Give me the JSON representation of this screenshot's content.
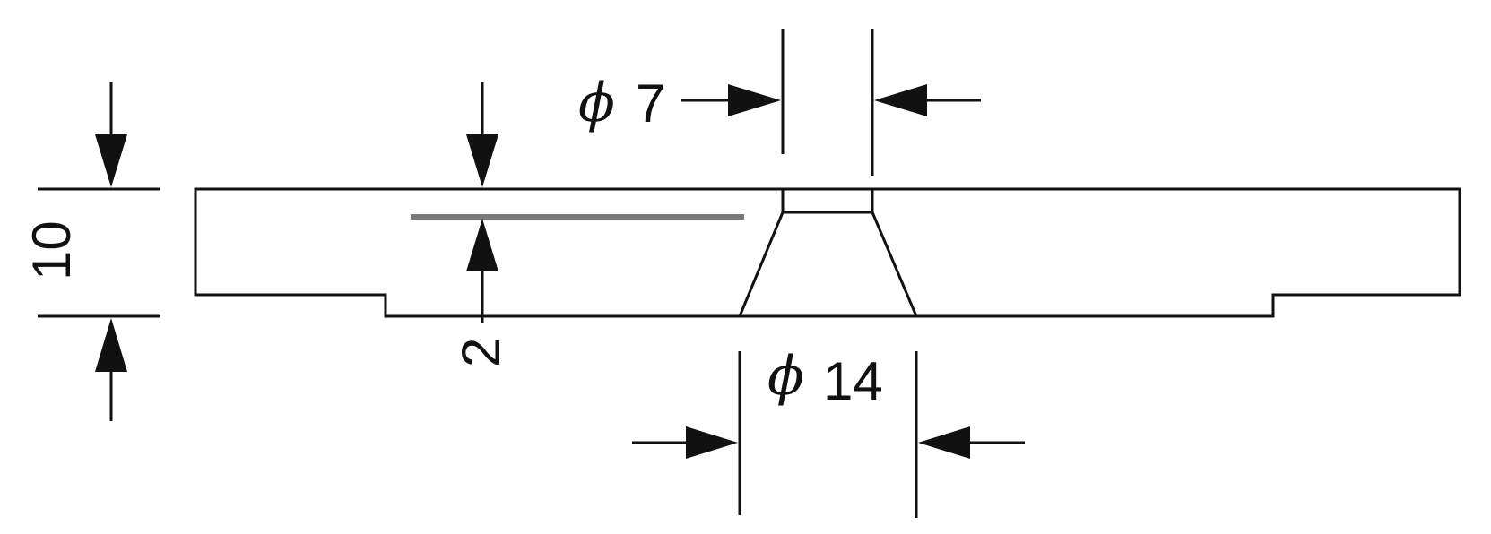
{
  "diagram": {
    "dimensions": {
      "top_hole_diameter": {
        "symbol": "ϕ",
        "value": "7"
      },
      "bottom_hole_diameter": {
        "symbol": "ϕ",
        "value": "14"
      },
      "plate_thickness": {
        "value": "10"
      },
      "step_depth": {
        "value": "2"
      }
    }
  },
  "colors": {
    "line": "#111111",
    "hidden_line": "#7a7a7a",
    "background": "#ffffff"
  }
}
